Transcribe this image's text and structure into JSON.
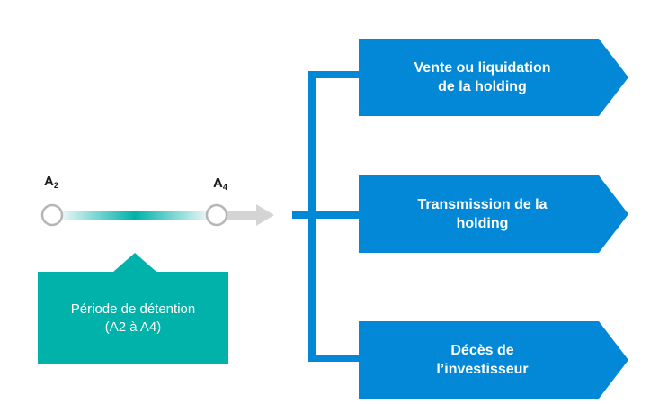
{
  "timeline": {
    "start_point": {
      "letter": "A",
      "sub": "2"
    },
    "end_point": {
      "letter": "A",
      "sub": "4"
    }
  },
  "period_box": {
    "line1": "Période de détention",
    "line2": "(A2 à A4)"
  },
  "outcomes": [
    {
      "line1": "Vente ou liquidation",
      "line2": "de la holding"
    },
    {
      "line1": "Transmission de la",
      "line2": "holding"
    },
    {
      "line1": "Décès de",
      "line2": "l’investisseur"
    }
  ],
  "colors": {
    "blue": "#0288d6",
    "teal": "#00b2a9",
    "grey": "#d4d4d4",
    "circle_border": "#b5b5b5"
  }
}
